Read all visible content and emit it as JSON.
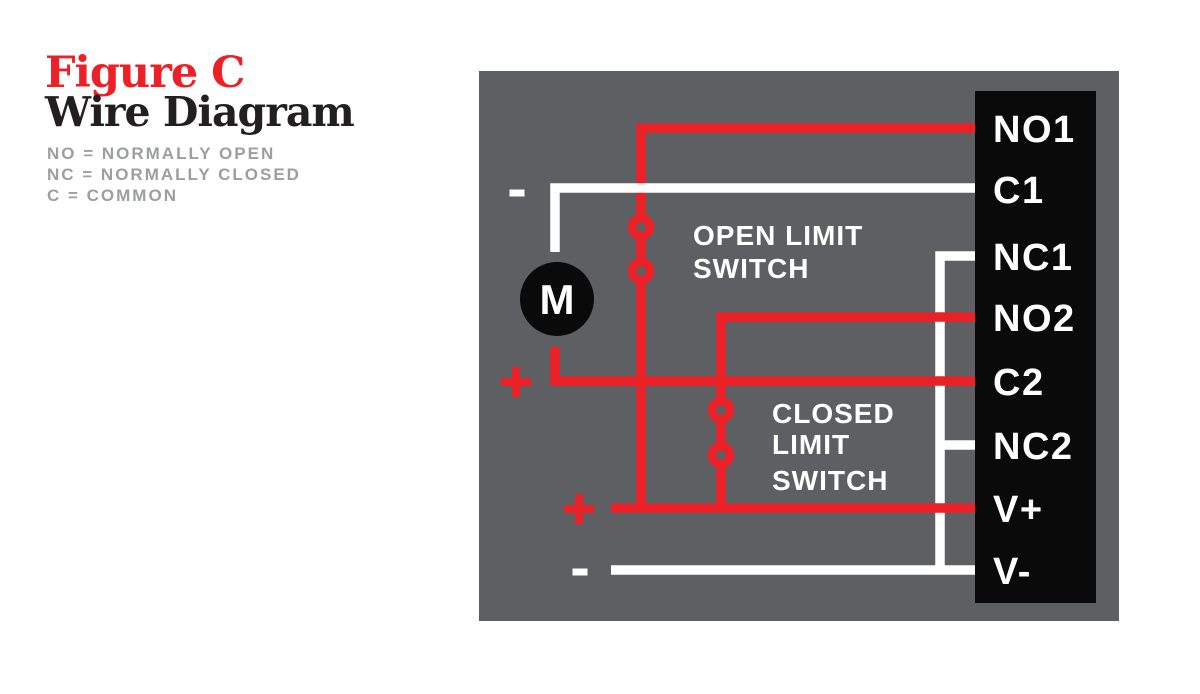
{
  "header": {
    "figure_label": "Figure C",
    "title": "Wire Diagram",
    "legend": [
      "NO = NORMALLY OPEN",
      "NC = NORMALLY CLOSED",
      "C = COMMON"
    ]
  },
  "diagram": {
    "motor_label": "M",
    "open_limit_switch": {
      "line1": "OPEN LIMIT",
      "line2": "SWITCH"
    },
    "closed_limit_switch": {
      "line1": "CLOSED",
      "line2": "LIMIT",
      "line3": "SWITCH"
    },
    "polarity": {
      "motor_negative": "-",
      "motor_positive": "+",
      "supply_positive": "+",
      "supply_negative": "-"
    },
    "terminals": [
      "NO1",
      "C1",
      "NC1",
      "NO2",
      "C2",
      "NC2",
      "V+",
      "V-"
    ]
  },
  "colors": {
    "wire_red": "#EC2027",
    "wire_white": "#FFFFFF",
    "panel_gray": "#5E5F62",
    "terminal_block_black": "#0A0A0A",
    "title_red": "#EC2027",
    "title_black": "#231F20",
    "legend_gray": "#9C9EA1"
  }
}
